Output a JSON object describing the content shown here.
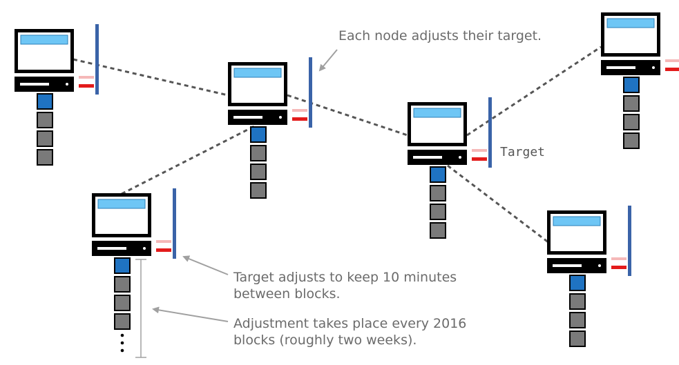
{
  "annotations": {
    "node_note": "Each node adjusts their target.",
    "target_label": "Target",
    "keep_note_line1": "Target adjusts to keep 10 minutes",
    "keep_note_line2": "between blocks.",
    "period_note_line1": "Adjustment takes place every 2016",
    "period_note_line2": "blocks (roughly two weeks)."
  },
  "colors": {
    "screen": "#6ec6f5",
    "frame": "#000000",
    "target_bar": "#3a63a8",
    "block_tip": "#1f73c2",
    "block": "#7a7a7a",
    "target_line": "#e31b1b",
    "target_line_faint": "#f5b8b8",
    "connection": "#555555",
    "arrow": "#a0a0a0"
  },
  "nodes": [
    {
      "name": "node-1",
      "blocks": 4
    },
    {
      "name": "node-2",
      "blocks": 4
    },
    {
      "name": "node-3",
      "blocks": 4
    },
    {
      "name": "node-4",
      "blocks": 4
    },
    {
      "name": "node-5",
      "blocks": 4,
      "ellipsis": true
    },
    {
      "name": "node-6",
      "blocks": 4
    }
  ]
}
